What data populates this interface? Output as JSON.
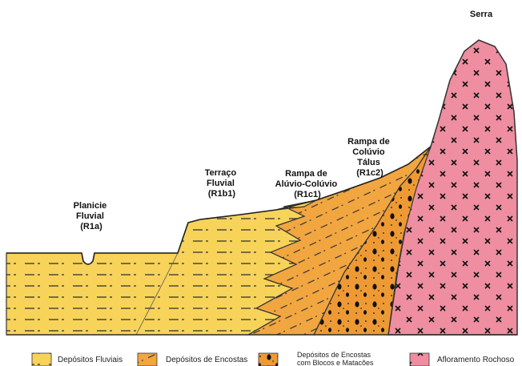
{
  "labels": {
    "serra": "Serra",
    "planicie": [
      "Planicie",
      "Fluvial",
      "(R1a)"
    ],
    "terraco": [
      "Terraço",
      "Fluvial",
      "(R1b1)"
    ],
    "rampa_aluvio": [
      "Rampa de",
      "Alúvio-Colúvio",
      "(R1c1)"
    ],
    "rampa_coluvio": [
      "Rampa de",
      "Colúvio",
      "Tálus",
      "(R1c2)"
    ]
  },
  "legend": [
    {
      "text": [
        "Depósitos Fluviais"
      ]
    },
    {
      "text": [
        "Depósitos de Encostas"
      ]
    },
    {
      "text": [
        "Depósitos de Encostas",
        "com Blocos e Matacões"
      ]
    },
    {
      "text": [
        "Afloramento Rochoso"
      ]
    }
  ],
  "colors": {
    "fluvial": "#f7d35a",
    "encosta": "#f2a640",
    "blocos": "#ee9a34",
    "rocha": "#ee8ea0",
    "line": "#333333"
  }
}
